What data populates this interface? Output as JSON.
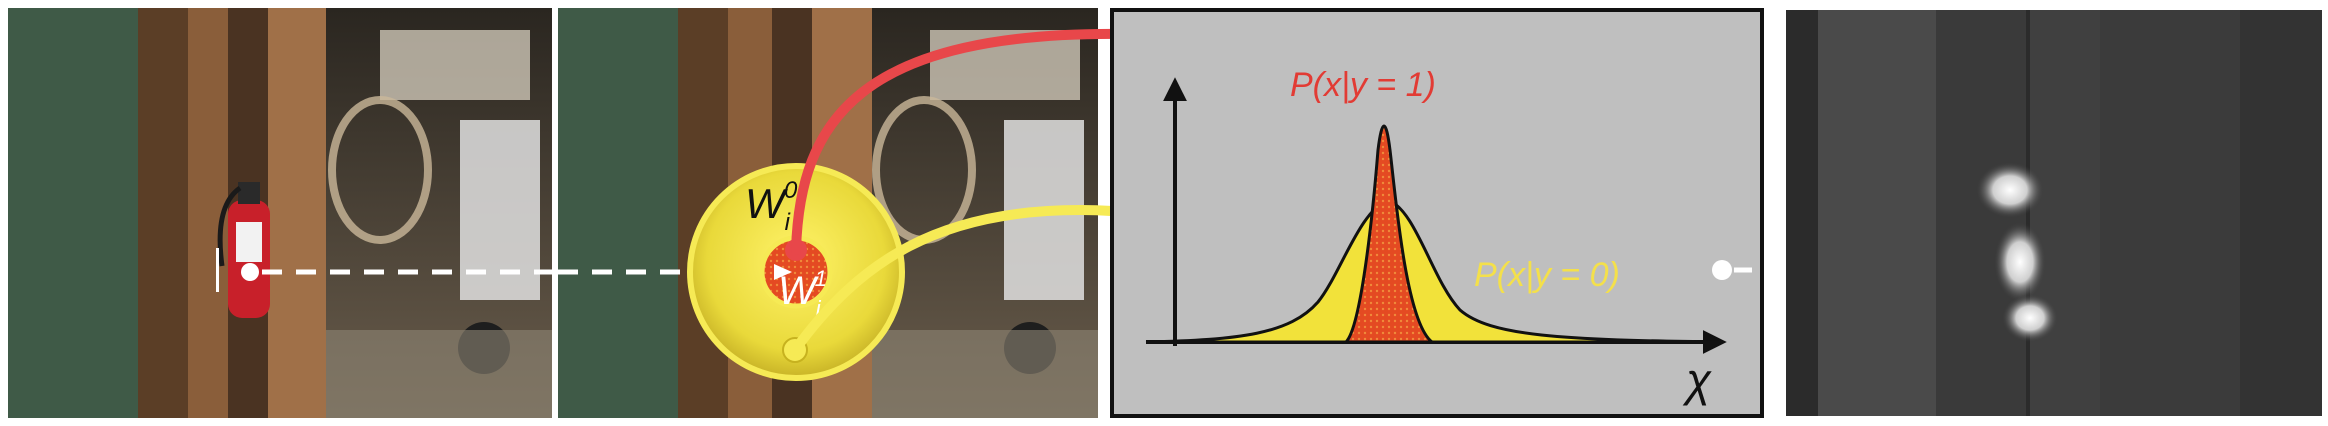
{
  "labels": {
    "outer_region_base": "W",
    "outer_region_sub": "i",
    "outer_region_sup": "0",
    "inner_region_base": "W",
    "inner_region_sub": "i",
    "inner_region_sup": "1",
    "positive_likelihood": "P(x|y = 1)",
    "negative_likelihood": "P(x|y = 0)",
    "feature_axis": "χ"
  },
  "colors": {
    "positive": "#e8474a",
    "negative": "#f2e23a",
    "panel_background": "#bfbfbf",
    "arrow": "#ffffff",
    "label_positive": "#e23b34",
    "label_negative": "#f4e04a"
  }
}
